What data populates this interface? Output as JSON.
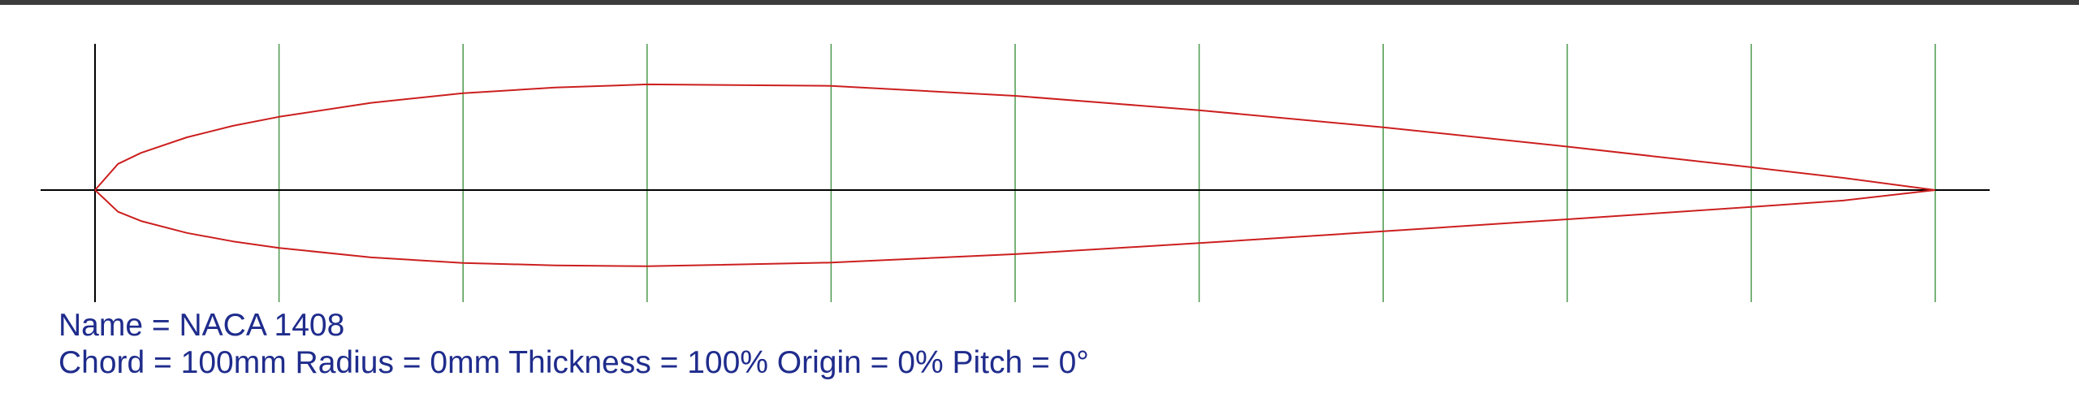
{
  "window": {
    "title_bar_color": "#3c3c3c"
  },
  "colors": {
    "profile": "#cc1f1f",
    "grid": "#4c9a4c",
    "axis": "#000000",
    "text": "#1f2c8c"
  },
  "info": {
    "name_line": "Name = NACA 1408",
    "params_line": "Chord = 100mm Radius = 0mm Thickness = 100% Origin = 0% Pitch = 0°"
  },
  "chart_data": {
    "type": "line",
    "x_units": "percent chord",
    "grid_x": [
      0,
      10,
      20,
      30,
      40,
      50,
      60,
      70,
      80,
      90,
      100
    ],
    "xlim": [
      0,
      100
    ],
    "series": [
      {
        "part": "upper",
        "x": [
          0,
          1.25,
          2.5,
          5,
          7.5,
          10,
          15,
          20,
          25,
          30,
          40,
          50,
          60,
          70,
          80,
          90,
          95,
          100
        ],
        "y": [
          0,
          1.42,
          2.02,
          2.87,
          3.49,
          3.98,
          4.74,
          5.26,
          5.57,
          5.74,
          5.66,
          5.12,
          4.34,
          3.41,
          2.36,
          1.24,
          0.66,
          0
        ]
      },
      {
        "part": "lower",
        "x": [
          0,
          1.25,
          2.5,
          5,
          7.5,
          10,
          15,
          20,
          25,
          30,
          40,
          50,
          60,
          70,
          80,
          90,
          95,
          100
        ],
        "y": [
          0,
          -1.18,
          -1.68,
          -2.33,
          -2.79,
          -3.14,
          -3.66,
          -3.96,
          -4.09,
          -4.14,
          -3.94,
          -3.48,
          -2.88,
          -2.24,
          -1.59,
          -0.92,
          -0.57,
          0
        ]
      }
    ]
  }
}
